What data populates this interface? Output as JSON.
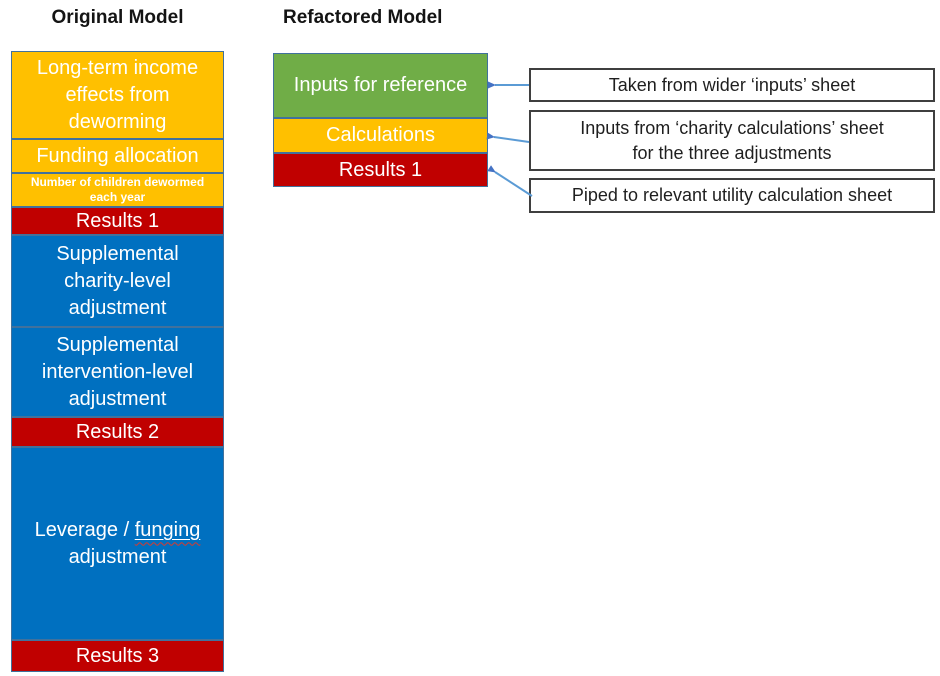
{
  "titles": {
    "original": "Original Model",
    "refactored": "Refactored Model"
  },
  "original_model": {
    "blocks": [
      {
        "label": "Long-term income\neffects from\ndeworming",
        "type": "input"
      },
      {
        "label": "Funding allocation",
        "type": "input"
      },
      {
        "label": "Number of children dewormed\neach year",
        "type": "input"
      },
      {
        "label": "Results 1",
        "type": "results"
      },
      {
        "label": "Supplemental\ncharity-level\nadjustment",
        "type": "calculation"
      },
      {
        "label": "Supplemental\nintervention-level\nadjustment",
        "type": "calculation"
      },
      {
        "label": "Results 2",
        "type": "results"
      },
      {
        "label_parts": [
          "Leverage / ",
          "funging",
          "\nadjustment"
        ],
        "type": "calculation"
      },
      {
        "label": "Results 3",
        "type": "results"
      }
    ]
  },
  "refactored_model": {
    "blocks": [
      {
        "label": "Inputs for reference",
        "type": "inputs"
      },
      {
        "label": "Calculations",
        "type": "calculation"
      },
      {
        "label": "Results 1",
        "type": "results"
      }
    ]
  },
  "annotations": [
    {
      "text": "Taken from wider ‘inputs’ sheet",
      "points_to": "Inputs for reference"
    },
    {
      "text": "Inputs from ‘charity calculations’ sheet\nfor the three adjustments",
      "points_to": "Calculations"
    },
    {
      "text": "Piped to relevant utility calculation sheet",
      "points_to": "Results 1"
    }
  ],
  "colors": {
    "input_yellow": "#FFC000",
    "calculation_blue": "#0070C0",
    "results_red": "#C00000",
    "inputs_green": "#70AD47",
    "block_border": "#41719C",
    "annotation_border": "#3F3F3F",
    "arrow_blue": "#5B9BD5",
    "squiggle_red": "#D83A2E"
  }
}
